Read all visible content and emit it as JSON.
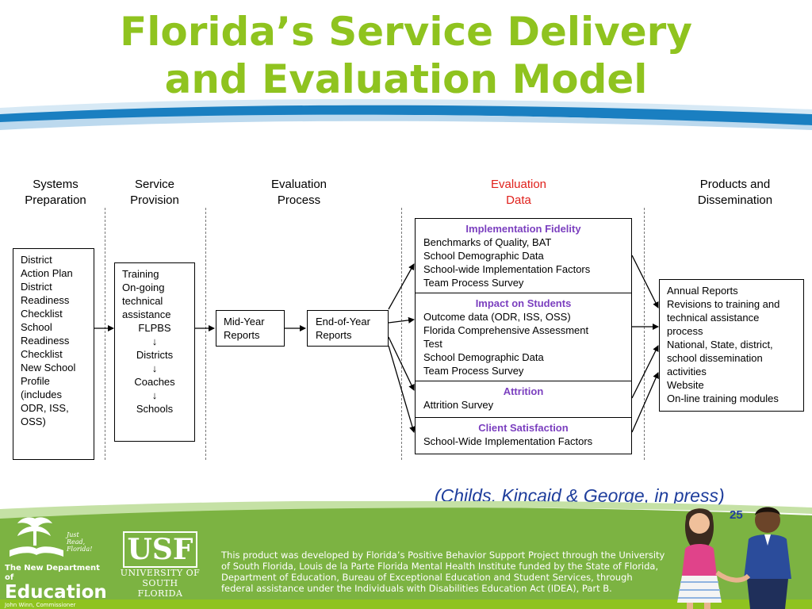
{
  "title": {
    "line1": "Florida’s Service Delivery",
    "line2": "and Evaluation Model"
  },
  "columns": {
    "systems_preparation": {
      "line1": "Systems",
      "line2": "Preparation"
    },
    "service_provision": {
      "line1": "Service",
      "line2": "Provision"
    },
    "evaluation_process": {
      "line1": "Evaluation",
      "line2": "Process"
    },
    "evaluation_data": {
      "line1": "Evaluation",
      "line2": "Data",
      "color": "#e0201b"
    },
    "products_dissemination": {
      "line1": "Products and",
      "line2": "Dissemination"
    }
  },
  "boxes": {
    "district": [
      "District",
      "Action Plan",
      "District",
      "Readiness",
      "Checklist",
      "School",
      "Readiness",
      "Checklist",
      "New School",
      "Profile",
      "(includes",
      "ODR, ISS,",
      "OSS)"
    ],
    "training": {
      "lines": [
        "Training",
        "On-going",
        "technical",
        "assistance"
      ],
      "hierarchy": [
        "FLPBS",
        "↓",
        "Districts",
        "↓",
        "Coaches",
        "↓",
        "Schools"
      ]
    },
    "mid_year": [
      "Mid-Year",
      "Reports"
    ],
    "end_of_year": [
      "End-of-Year",
      "Reports"
    ],
    "evaluation_data": [
      {
        "heading": "Implementation Fidelity",
        "items": [
          "Benchmarks of Quality, BAT",
          "School Demographic Data",
          "School-wide Implementation Factors",
          "Team Process Survey"
        ]
      },
      {
        "heading": "Impact on Students",
        "items": [
          "Outcome data (ODR, ISS, OSS)",
          "Florida Comprehensive Assessment",
          "Test",
          "School Demographic Data",
          "Team Process Survey"
        ]
      },
      {
        "heading": "Attrition",
        "items": [
          "Attrition Survey"
        ]
      },
      {
        "heading": "Client Satisfaction",
        "items": [
          "School-Wide Implementation Factors"
        ]
      }
    ],
    "products": [
      "Annual Reports",
      "Revisions to training and",
      "technical assistance",
      "process",
      "National, State, district,",
      "school dissemination",
      "activities",
      "Website",
      "On-line training modules"
    ]
  },
  "citation": "(Childs, Kincaid & George, in press)",
  "page_number": "25",
  "footer": {
    "doe_tagline": [
      "Just",
      "Read,",
      "Florida!"
    ],
    "doe_small": "The New Department of",
    "doe_big": "Education",
    "doe_tiny": "John Winn, Commissioner",
    "usf_mark": "USF",
    "usf_line1": "UNIVERSITY OF",
    "usf_line2": "SOUTH FLORIDA",
    "statement": "This product was developed by Florida’s Positive Behavior Support Project through the University of South Florida, Louis de la Parte Florida Mental Health Institute funded by the State of Florida, Department of Education, Bureau of Exceptional Education and Student Services, through federal assistance under the Individuals with Disabilities Education Act (IDEA), Part B."
  },
  "colors": {
    "title": "#8fc31f",
    "section_heading": "#7b3fbf",
    "accent_red": "#e0201b",
    "citation": "#1f3e9c",
    "footer_green": "#7cb342",
    "swoosh_blue": "#1a7fc1"
  }
}
